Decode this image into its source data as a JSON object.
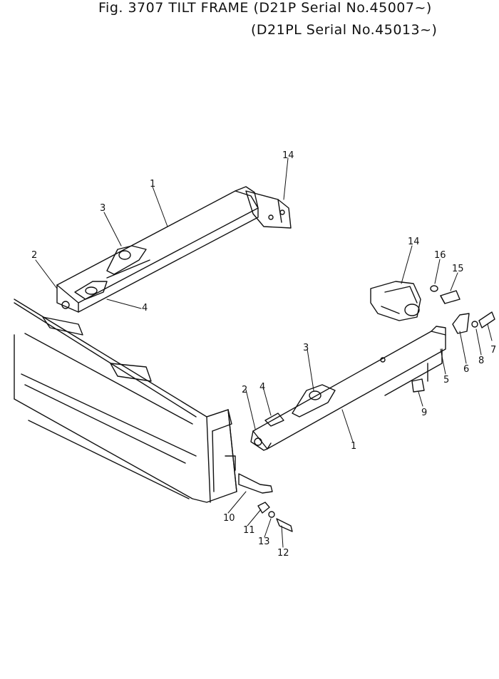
{
  "header": {
    "line1": "Fig. 3707 TILT FRAME (D21P Serial No.45007~)",
    "line2": "(D21PL Serial No.45013~)"
  },
  "callouts": [
    "1",
    "2",
    "3",
    "4",
    "14",
    "14",
    "16",
    "15",
    "7",
    "8",
    "6",
    "5",
    "3",
    "2",
    "4",
    "1",
    "9",
    "10",
    "11",
    "13",
    "12"
  ]
}
